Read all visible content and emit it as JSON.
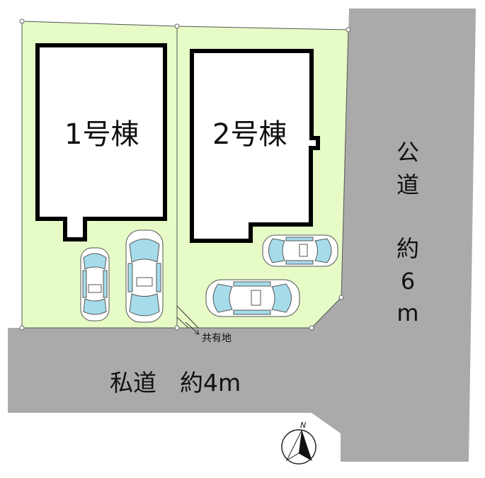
{
  "plan": {
    "building_1_label": "1号棟",
    "building_2_label": "2号棟",
    "public_road": {
      "chars": [
        "公",
        "道",
        "約",
        "6",
        "m"
      ]
    },
    "private_road_label": "私道　約4m",
    "shared_land_label": "共有地",
    "north_label": "N"
  },
  "colors": {
    "lot_fill": "#e6fbc6",
    "road_fill": "#aaaaaa",
    "building_outline": "#000000",
    "car_glass": "#a6dcea",
    "car_body": "#ffffff"
  }
}
